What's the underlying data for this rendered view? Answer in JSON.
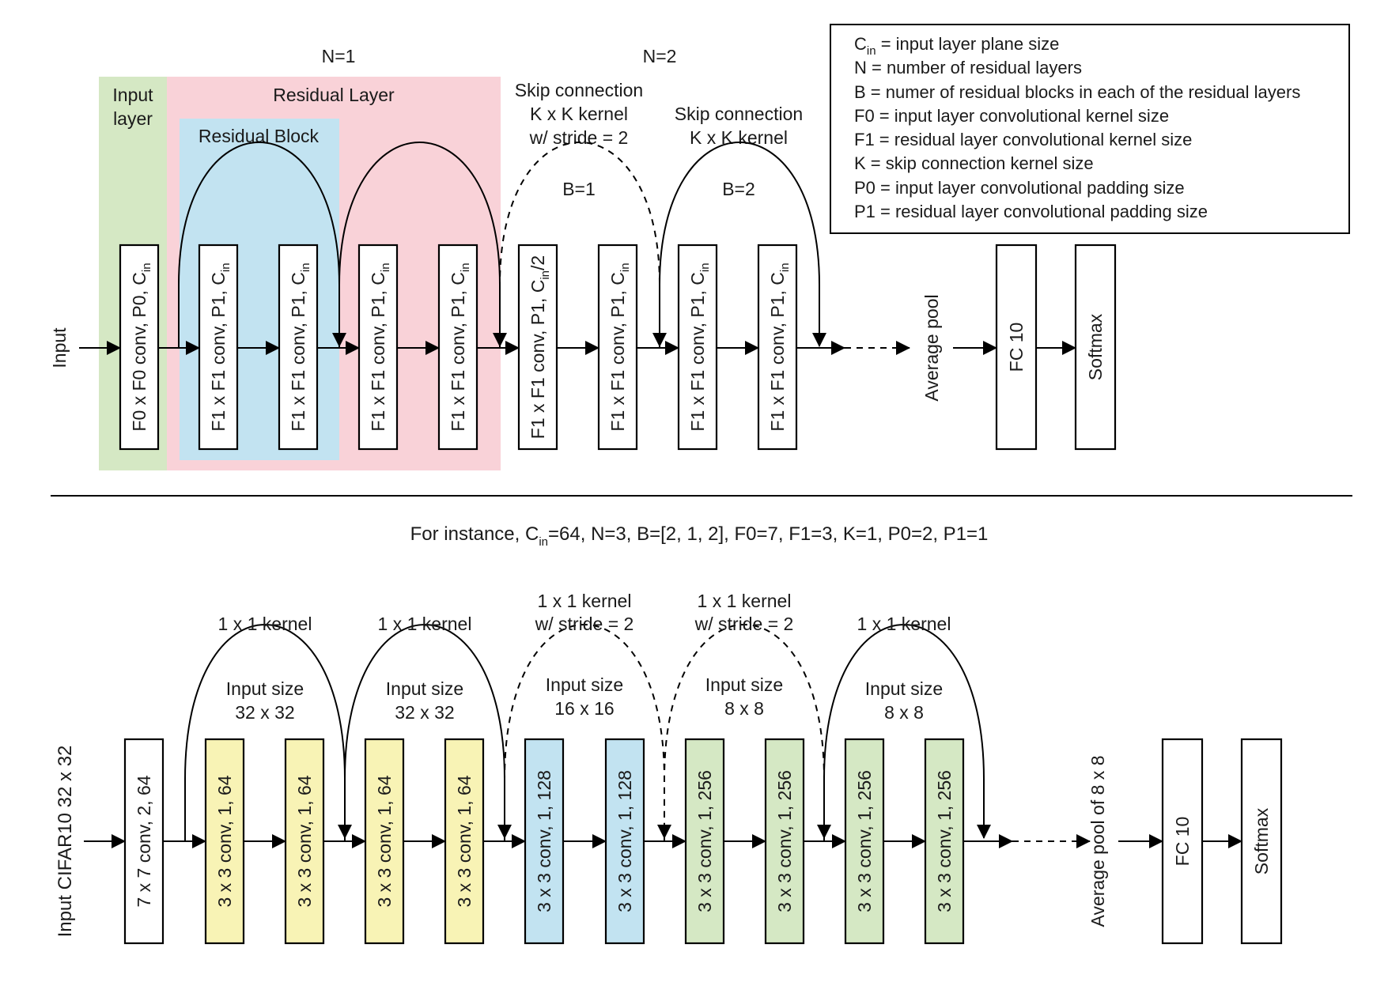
{
  "top": {
    "n1": "N=1",
    "n2": "N=2",
    "input_layer_line1": "Input",
    "input_layer_line2": "layer",
    "residual_layer": "Residual Layer",
    "residual_block": "Residual Block",
    "skip1_line1": "Skip connection",
    "skip1_line2": "K x K kernel",
    "skip1_line3": "w/ stride = 2",
    "skip2_line1": "Skip connection",
    "skip2_line2": "K x K kernel",
    "b1": "B=1",
    "b2": "B=2",
    "input": "Input",
    "blocks": [
      {
        "main": "F0 x F0 conv, P0, C",
        "sub": "in",
        "tail": ""
      },
      {
        "main": "F1 x F1 conv, P1, C",
        "sub": "in",
        "tail": ""
      },
      {
        "main": "F1 x F1 conv, P1, C",
        "sub": "in",
        "tail": ""
      },
      {
        "main": "F1 x F1 conv, P1, C",
        "sub": "in",
        "tail": ""
      },
      {
        "main": "F1 x F1 conv, P1, C",
        "sub": "in",
        "tail": ""
      },
      {
        "main": "F1 x F1 conv, P1, C",
        "sub": "in",
        "tail": "/2"
      },
      {
        "main": "F1 x F1 conv, P1, C",
        "sub": "in",
        "tail": ""
      },
      {
        "main": "F1 x F1 conv, P1, C",
        "sub": "in",
        "tail": ""
      },
      {
        "main": "F1 x F1 conv, P1, C",
        "sub": "in",
        "tail": ""
      }
    ],
    "avg_pool": "Average pool",
    "fc": "FC 10",
    "softmax": "Softmax"
  },
  "legend": {
    "l1_pre": "C",
    "l1_sub": "in",
    "l1_post": " = input layer plane size",
    "l2": "N = number of residual layers",
    "l3": "B = numer of residual blocks in each of the residual layers",
    "l4": "F0 = input layer convolutional kernel size",
    "l5": "F1 = residual layer convolutional kernel size",
    "l6": "K = skip connection kernel size",
    "l7": "P0 = input layer convolutional padding size",
    "l8": "P1 = residual layer convolutional padding size"
  },
  "instance": {
    "pre": "For instance, C",
    "sub": "in",
    "post": "=64, N=3, B=[2, 1, 2], F0=7, F1=3, K=1, P0=2, P1=1"
  },
  "bottom": {
    "input": "Input CIFAR10 32 x 32",
    "skips": [
      {
        "line1": "1 x 1 kernel",
        "line2": "",
        "size1": "Input size",
        "size2": "32 x 32"
      },
      {
        "line1": "1 x 1 kernel",
        "line2": "",
        "size1": "Input size",
        "size2": "32 x 32"
      },
      {
        "line1": "1 x 1 kernel",
        "line2": "w/ stride = 2",
        "size1": "Input size",
        "size2": "16 x 16"
      },
      {
        "line1": "1 x 1 kernel",
        "line2": "w/ stride = 2",
        "size1": "Input size",
        "size2": "8 x 8"
      },
      {
        "line1": "1 x 1 kernel",
        "line2": "",
        "size1": "Input size",
        "size2": "8 x 8"
      }
    ],
    "blocks": [
      "7 x 7 conv, 2, 64",
      "3 x 3 conv, 1, 64",
      "3 x 3 conv, 1, 64",
      "3 x 3 conv, 1, 64",
      "3 x 3 conv, 1, 64",
      "3 x 3 conv, 1, 128",
      "3 x 3 conv, 1, 128",
      "3 x 3 conv, 1, 256",
      "3 x 3 conv, 1, 256",
      "3 x 3 conv, 1, 256",
      "3 x 3 conv, 1, 256"
    ],
    "avg_pool": "Average pool of 8 x 8",
    "fc": "FC 10",
    "softmax": "Softmax"
  },
  "colors": {
    "input_layer_bg": "#d5e8c4",
    "residual_layer_bg": "#f9d2d8",
    "residual_block_bg": "#c2e3f1",
    "yellow_block": "#f8f3b5",
    "blue_block": "#c2e3f1",
    "green_block": "#d5e8c4"
  }
}
